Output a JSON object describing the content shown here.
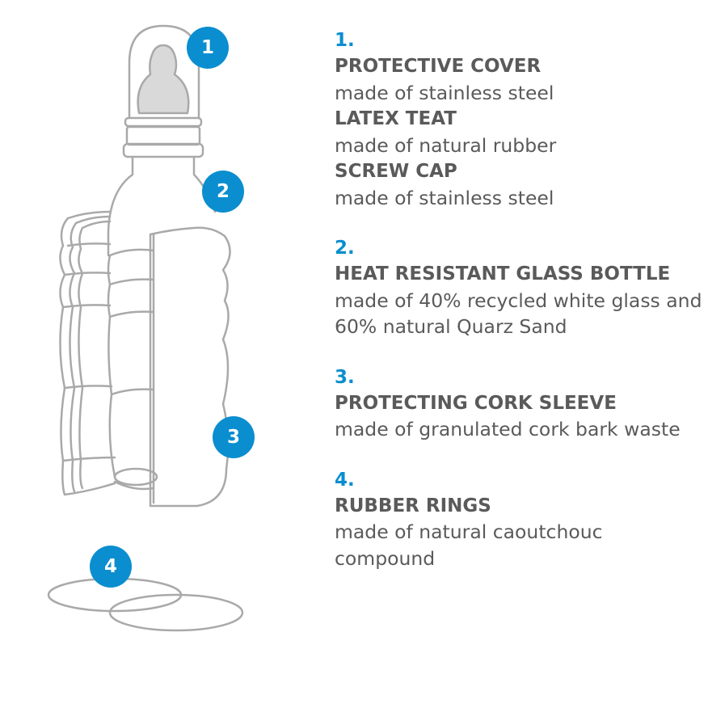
{
  "colors": {
    "accent": "#0a8ecf",
    "text": "#5a5a5a",
    "outline": "#a9a9a9",
    "teat": "#d9d9d9"
  },
  "markers": [
    {
      "label": "1"
    },
    {
      "label": "2"
    },
    {
      "label": "3"
    },
    {
      "label": "4"
    }
  ],
  "parts": [
    {
      "number": "1.",
      "items": [
        {
          "title": "PROTECTIVE COVER",
          "description": "made of stainless steel"
        },
        {
          "title": "LATEX TEAT",
          "description": "made of natural rubber"
        },
        {
          "title": "SCREW CAP",
          "description": "made of stainless steel"
        }
      ]
    },
    {
      "number": "2.",
      "items": [
        {
          "title": "HEAT RESISTANT GLASS BOTTLE",
          "description": "made of 40% recycled white glass and 60% natural Quarz Sand"
        }
      ]
    },
    {
      "number": "3.",
      "items": [
        {
          "title": "PROTECTING CORK SLEEVE",
          "description": "made of granulated cork bark waste"
        }
      ]
    },
    {
      "number": "4.",
      "items": [
        {
          "title": "RUBBER RINGS",
          "description": "made of natural caoutchouc compound"
        }
      ]
    }
  ]
}
